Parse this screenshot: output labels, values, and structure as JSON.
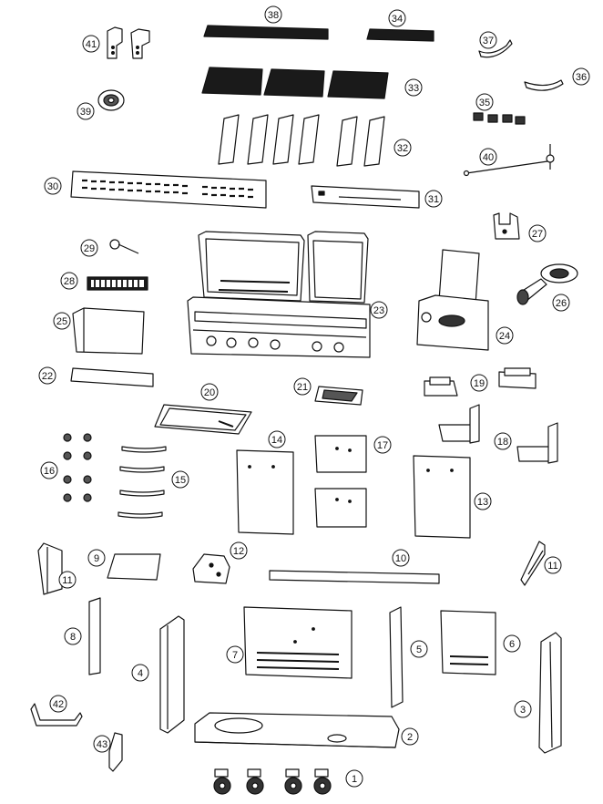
{
  "diagram": {
    "colors": {
      "stroke": "#111111",
      "fill": "#ffffff",
      "dark": "#1a1a1a",
      "mid": "#888888"
    },
    "callouts": [
      {
        "id": "1",
        "label": "1"
      },
      {
        "id": "2",
        "label": "2"
      },
      {
        "id": "3",
        "label": "3"
      },
      {
        "id": "4",
        "label": "4"
      },
      {
        "id": "5",
        "label": "5"
      },
      {
        "id": "6",
        "label": "6"
      },
      {
        "id": "7",
        "label": "7"
      },
      {
        "id": "8",
        "label": "8"
      },
      {
        "id": "9",
        "label": "9"
      },
      {
        "id": "10",
        "label": "10"
      },
      {
        "id": "11a",
        "label": "11"
      },
      {
        "id": "11b",
        "label": "11"
      },
      {
        "id": "12",
        "label": "12"
      },
      {
        "id": "13",
        "label": "13"
      },
      {
        "id": "14",
        "label": "14"
      },
      {
        "id": "15",
        "label": "15"
      },
      {
        "id": "16",
        "label": "16"
      },
      {
        "id": "17",
        "label": "17"
      },
      {
        "id": "18",
        "label": "18"
      },
      {
        "id": "19",
        "label": "19"
      },
      {
        "id": "20",
        "label": "20"
      },
      {
        "id": "21",
        "label": "21"
      },
      {
        "id": "22",
        "label": "22"
      },
      {
        "id": "23",
        "label": "23"
      },
      {
        "id": "24",
        "label": "24"
      },
      {
        "id": "25",
        "label": "25"
      },
      {
        "id": "26",
        "label": "26"
      },
      {
        "id": "27",
        "label": "27"
      },
      {
        "id": "28",
        "label": "28"
      },
      {
        "id": "29",
        "label": "29"
      },
      {
        "id": "30",
        "label": "30"
      },
      {
        "id": "31",
        "label": "31"
      },
      {
        "id": "32",
        "label": "32"
      },
      {
        "id": "33",
        "label": "33"
      },
      {
        "id": "34",
        "label": "34"
      },
      {
        "id": "35",
        "label": "35"
      },
      {
        "id": "36",
        "label": "36"
      },
      {
        "id": "37",
        "label": "37"
      },
      {
        "id": "38",
        "label": "38"
      },
      {
        "id": "39",
        "label": "39"
      },
      {
        "id": "40",
        "label": "40"
      },
      {
        "id": "41",
        "label": "41"
      },
      {
        "id": "42",
        "label": "42"
      },
      {
        "id": "43",
        "label": "43"
      }
    ]
  }
}
